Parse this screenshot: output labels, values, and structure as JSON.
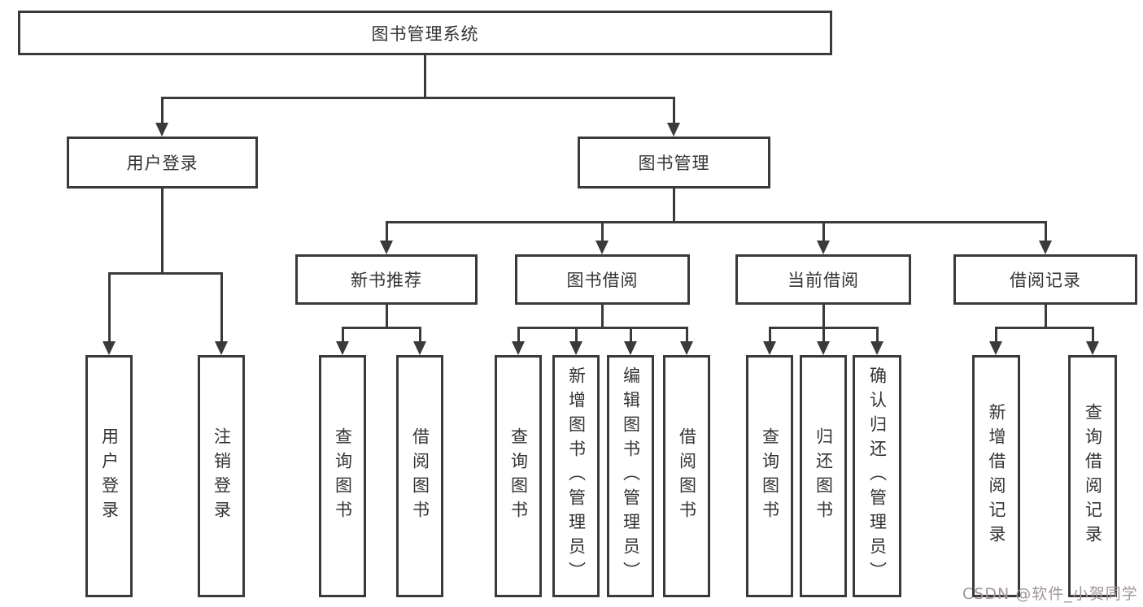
{
  "diagram": {
    "title": "图书管理系统",
    "tree": {
      "root": {
        "label": "图书管理系统",
        "children": [
          {
            "label": "用户登录",
            "children": [
              {
                "label": "用户登录"
              },
              {
                "label": "注销登录"
              }
            ]
          },
          {
            "label": "图书管理",
            "children": [
              {
                "label": "新书推荐",
                "children": [
                  {
                    "label": "查询图书"
                  },
                  {
                    "label": "借阅图书"
                  }
                ]
              },
              {
                "label": "图书借阅",
                "children": [
                  {
                    "label": "查询图书"
                  },
                  {
                    "label": "新增图书（管理员）"
                  },
                  {
                    "label": "编辑图书（管理员）"
                  },
                  {
                    "label": "借阅图书"
                  }
                ]
              },
              {
                "label": "当前借阅",
                "children": [
                  {
                    "label": "查询图书"
                  },
                  {
                    "label": "归还图书"
                  },
                  {
                    "label": "确认归还（管理员）"
                  }
                ]
              },
              {
                "label": "借阅记录",
                "children": [
                  {
                    "label": "新增借阅记录"
                  },
                  {
                    "label": "查询借阅记录"
                  }
                ]
              }
            ]
          }
        ]
      }
    },
    "colors": {
      "line": "#3a3a3a",
      "text": "#333333",
      "watermark": "#a09595",
      "background": "#ffffff"
    }
  },
  "watermark": {
    "text": "CSDN @软件_小贺同学"
  }
}
